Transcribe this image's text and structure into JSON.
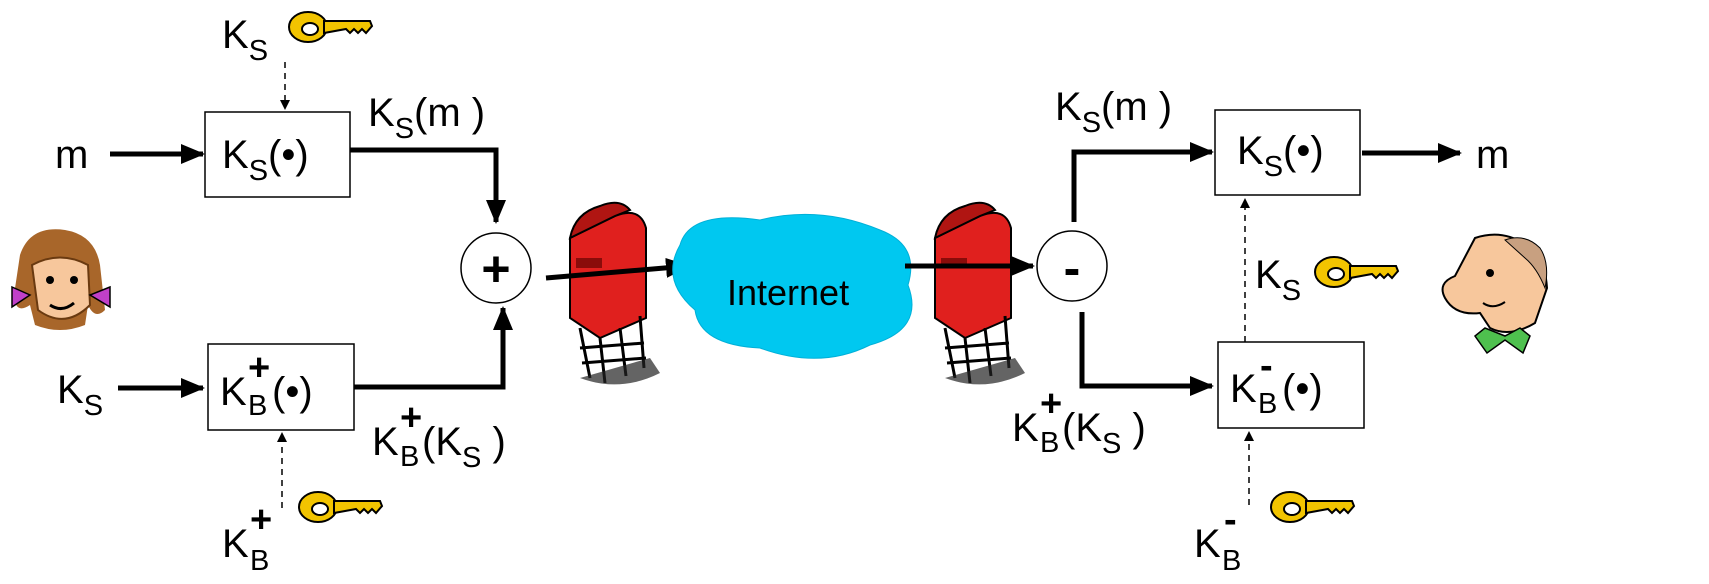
{
  "left": {
    "input_m": "m",
    "key_ks_top": {
      "base": "K",
      "sub": "S"
    },
    "box_ks": {
      "base": "K",
      "sub": "S",
      "arg": "(•)"
    },
    "out_ks_m": {
      "base": "K",
      "sub": "S",
      "arg": "(m )"
    },
    "input_ks": {
      "base": "K",
      "sub": "S"
    },
    "box_kb_plus": {
      "base": "K",
      "sup": "+",
      "sub": "B",
      "arg": "(•)"
    },
    "out_kb_ks": {
      "base": "K",
      "sup": "+",
      "sub": "B",
      "arg_open": "(K",
      "arg_sub": "S",
      "arg_close": " )"
    },
    "key_kb_plus": {
      "base": "K",
      "sup": "+",
      "sub": "B"
    },
    "combine_op": "+"
  },
  "network": {
    "label": "Internet"
  },
  "right": {
    "split_op": "-",
    "in_ks_m": {
      "base": "K",
      "sub": "S",
      "arg": "(m )"
    },
    "box_ks": {
      "base": "K",
      "sub": "S",
      "arg": "(•)"
    },
    "output_m": "m",
    "key_ks": {
      "base": "K",
      "sub": "S"
    },
    "in_kb_ks": {
      "base": "K",
      "sup": "+",
      "sub": "B",
      "arg_open": "(K",
      "arg_sub": "S",
      "arg_close": " )"
    },
    "box_kb_minus": {
      "base": "K",
      "sup": "-",
      "sub": "B",
      "arg": "(•)"
    },
    "key_kb_minus": {
      "base": "K",
      "sup": "-",
      "sub": "B"
    }
  },
  "colors": {
    "key": "#f2c400",
    "key_outline": "#000000",
    "cloud": "#00c8f0",
    "mailbox": "#e0201e",
    "mailbox_dark": "#8a0c0a",
    "skin": "#f7c79c",
    "alice_hair": "#a8662a",
    "alice_bow": "#c040c8",
    "bob_tie": "#4ec04e"
  }
}
